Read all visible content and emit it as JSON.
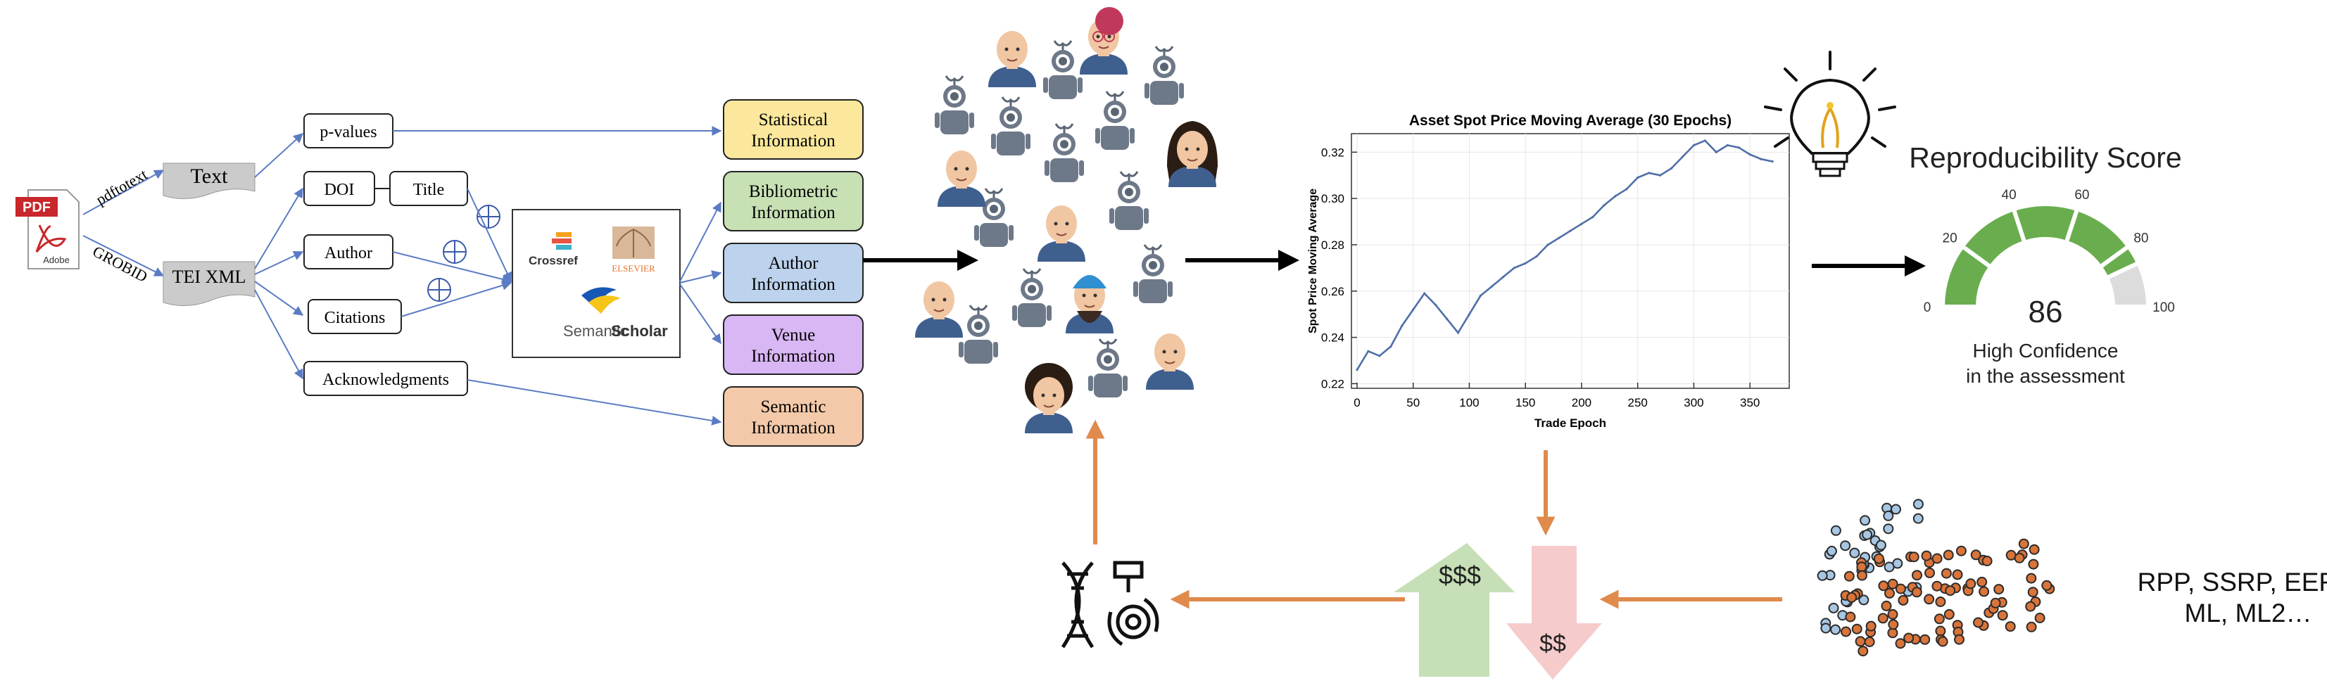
{
  "pipeline": {
    "pdf_label": "PDF",
    "adobe_label": "Adobe",
    "pdftotext_label": "pdftotext",
    "grobid_label": "GROBID",
    "text_doc": "Text",
    "tei_doc": "TEI XML",
    "fields": {
      "pvalues": "p-values",
      "doi": "DOI",
      "title": "Title",
      "author": "Author",
      "citations": "Citations",
      "acknowledgments": "Acknowledgments"
    },
    "sources": {
      "crossref": "Crossref",
      "elsevier": "ELSEVIER",
      "semantic": "Semantic",
      "scholar": "Scholar"
    },
    "info_boxes": [
      {
        "line1": "Statistical",
        "line2": "Information",
        "color": "#fbe89c"
      },
      {
        "line1": "Bibliometric",
        "line2": "Information",
        "color": "#c7e0b4"
      },
      {
        "line1": "Author",
        "line2": "Information",
        "color": "#bdd2ec"
      },
      {
        "line1": "Venue",
        "line2": "Information",
        "color": "#d9b6f4"
      },
      {
        "line1": "Semantic",
        "line2": "Information",
        "color": "#f3c9a9"
      }
    ]
  },
  "chart_data": {
    "type": "line",
    "title": "Asset Spot Price Moving Average (30 Epochs)",
    "xlabel": "Trade Epoch",
    "ylabel": "Spot Price Moving Average",
    "xlim": [
      -5,
      385
    ],
    "ylim": [
      0.218,
      0.328
    ],
    "xticks": [
      0,
      50,
      100,
      150,
      200,
      250,
      300,
      350
    ],
    "yticks": [
      0.22,
      0.24,
      0.26,
      0.28,
      0.3,
      0.32
    ],
    "x": [
      0,
      10,
      20,
      30,
      40,
      50,
      60,
      70,
      80,
      90,
      100,
      110,
      120,
      130,
      140,
      150,
      160,
      170,
      180,
      190,
      200,
      210,
      220,
      230,
      240,
      250,
      260,
      270,
      280,
      290,
      300,
      310,
      320,
      330,
      340,
      350,
      360,
      370
    ],
    "series": [
      {
        "color": "#4f6fa8",
        "values": [
          0.226,
          0.234,
          0.232,
          0.236,
          0.245,
          0.252,
          0.259,
          0.254,
          0.248,
          0.242,
          0.25,
          0.258,
          0.262,
          0.266,
          0.27,
          0.272,
          0.275,
          0.28,
          0.283,
          0.286,
          0.289,
          0.292,
          0.297,
          0.301,
          0.304,
          0.309,
          0.311,
          0.31,
          0.313,
          0.318,
          0.323,
          0.325,
          0.32,
          0.323,
          0.322,
          0.319,
          0.317,
          0.316
        ]
      }
    ]
  },
  "gauge": {
    "title": "Reproducibility Score",
    "score": "86",
    "score_value": 86,
    "ticks": [
      "0",
      "20",
      "40",
      "60",
      "80",
      "100"
    ],
    "line1": "High Confidence",
    "line2": "in the assessment",
    "color_filled": "#6aad4e",
    "color_empty": "#dcdcdc"
  },
  "market": {
    "up_label": "$$$",
    "down_label": "$$",
    "up_color": "#c6dfb6",
    "down_color": "#f6cbcb"
  },
  "markets_list": {
    "line1": "RPP, SSRP, EERP,",
    "line2": "ML, ML2…"
  },
  "colors": {
    "arrow_orange": "#e08a4b",
    "connector_blue": "#5b7bc4",
    "agent_gray": "#5a6573"
  }
}
